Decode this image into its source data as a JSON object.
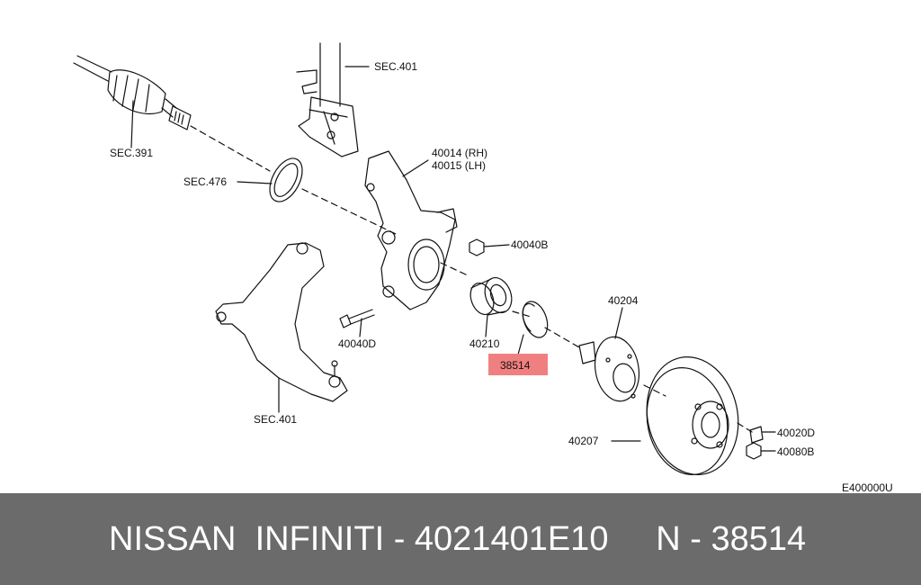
{
  "labels": {
    "sec401_top": "SEC.401",
    "sec391": "SEC.391",
    "sec476": "SEC.476",
    "knuckle_rh": "40014 (RH)",
    "knuckle_lh": "40015 (LH)",
    "nut_40040b": "40040B",
    "bolt_40040d": "40040D",
    "bearing_40210": "40210",
    "snap_ring_38514": "38514",
    "hub_40204": "40204",
    "rotor_40207": "40207",
    "stud_40020d": "40020D",
    "nut_40080b": "40080B",
    "sec401_bottom": "SEC.401",
    "diagram_code": "E400000U"
  },
  "highlight_color": "#f08080",
  "footer": {
    "text": "NISSAN  INFINITI - 4021401E10     N - 38514"
  }
}
